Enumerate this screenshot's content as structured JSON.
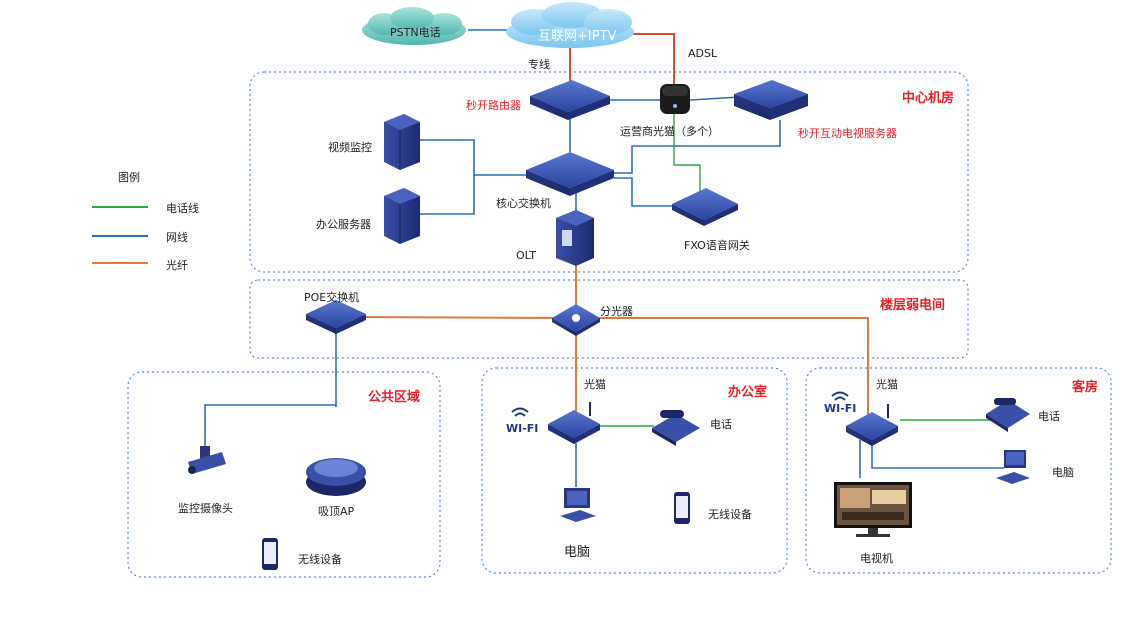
{
  "clouds": {
    "pstn": "PSTN电话",
    "internet": "互联网+IPTV"
  },
  "links": {
    "dedicated": "专线",
    "adsl": "ADSL"
  },
  "zones": {
    "center": "中心机房",
    "floor": "楼层弱电间",
    "public": "公共区域",
    "office": "办公室",
    "guest": "客房"
  },
  "devices": {
    "router": "秒开路由器",
    "ont_operator": "运营商光猫（多个）",
    "iptv_server": "秒开互动电视服务器",
    "video_monitor": "视频监控",
    "core_switch": "核心交换机",
    "office_server": "办公服务器",
    "olt": "OLT",
    "fxo_gateway": "FXO语音网关",
    "poe_switch": "POE交换机",
    "splitter": "分光器",
    "camera": "监控摄像头",
    "ceiling_ap": "吸顶AP",
    "public_wireless": "无线设备",
    "office_ont": "光猫",
    "office_phone": "电话",
    "office_pc": "电脑",
    "office_wireless": "无线设备",
    "guest_ont": "光猫",
    "guest_phone": "电话",
    "guest_pc": "电脑",
    "guest_tv": "电视机",
    "wifi_label": "WI-FI"
  },
  "legend": {
    "title": "图例",
    "items": [
      {
        "label": "电话线",
        "color": "#2aa845"
      },
      {
        "label": "网线",
        "color": "#2a6fb5"
      },
      {
        "label": "光纤",
        "color": "#e07a3c"
      }
    ]
  },
  "colors": {
    "fiber": "#e07a3c",
    "fiber_red": "#e8452f",
    "ethernet": "#2a6fb5",
    "phone": "#2aa845",
    "zone_border": "#5b8cc4",
    "device": "#2f4aa8",
    "zone_title": "#e8202a"
  }
}
